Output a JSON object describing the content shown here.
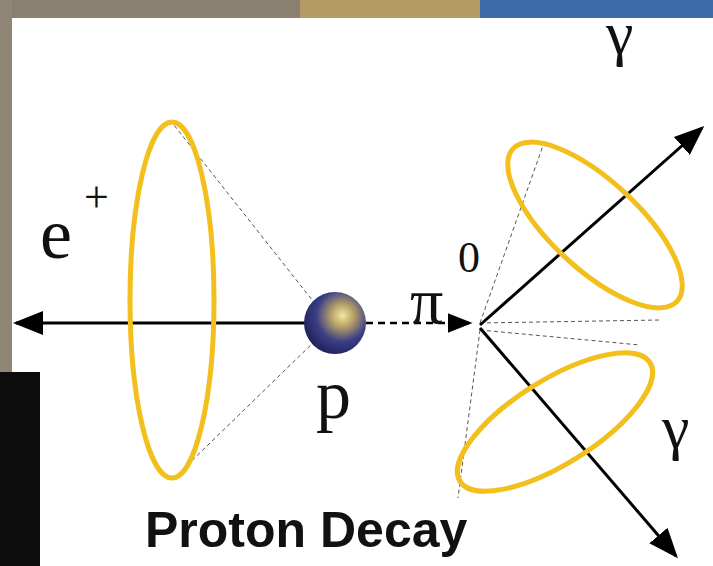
{
  "diagram": {
    "title": "Proton Decay",
    "labels": [
      "e",
      "+",
      "π",
      "0",
      "p",
      "γ",
      "γ"
    ]
  }
}
